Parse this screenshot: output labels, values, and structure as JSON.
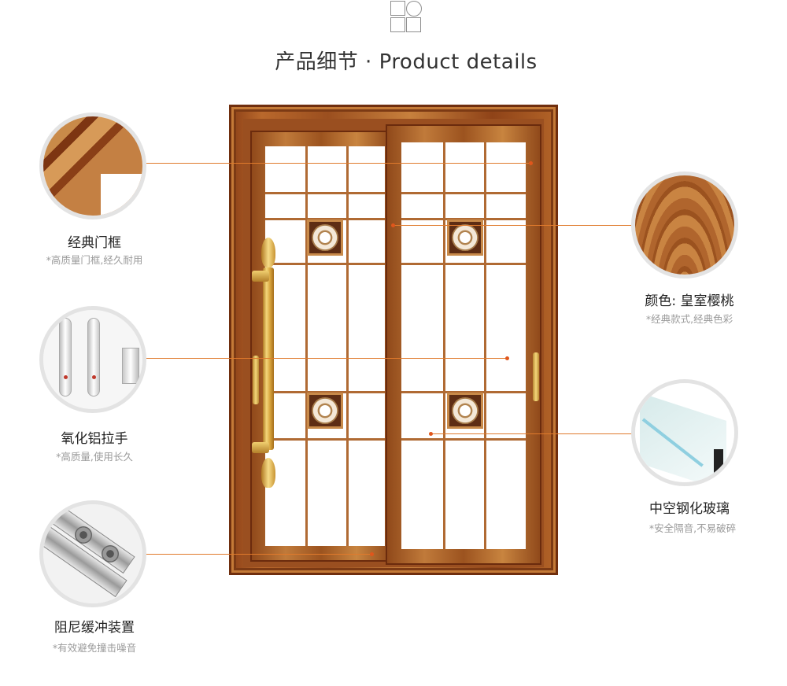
{
  "header": {
    "icon": "grid-shapes-icon",
    "title": "产品细节 · Product details"
  },
  "features": {
    "frame": {
      "title": "经典门框",
      "subtitle": "*高质量门框,经久耐用",
      "image": "door-frame-closeup"
    },
    "handle": {
      "title": "氧化铝拉手",
      "subtitle": "*高质量,使用长久",
      "image": "aluminum-handle-closeup"
    },
    "damper": {
      "title": "阻尼缓冲装置",
      "subtitle": "*有效避免撞击噪音",
      "image": "damper-roller-closeup"
    },
    "color": {
      "title": "颜色: 皇室樱桃",
      "subtitle": "*经典款式,经典色彩",
      "image": "cherry-wood-texture"
    },
    "glass": {
      "title": "中空钢化玻璃",
      "subtitle": "*安全隔音,不易破碎",
      "image": "tempered-glass-closeup"
    }
  },
  "colors": {
    "leader_line": "#e07a2c",
    "wood": "#b06a33",
    "circle_border": "#e3e3e3"
  }
}
